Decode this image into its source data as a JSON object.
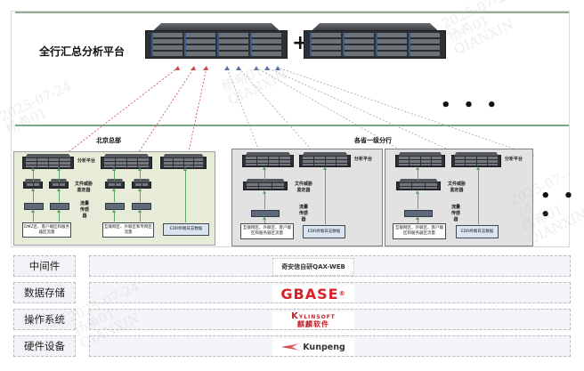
{
  "top": {
    "title": "全行汇总分析平台",
    "plus": "+",
    "ellipsis": "• • •"
  },
  "branches": {
    "hq": {
      "title": "北京总部",
      "analysis_label": "分析平台",
      "file_threat_label": "文件威胁鉴定器",
      "sensor_label": "流量传感器",
      "sources": [
        "DMZ区、客户端区和服务器区流量",
        "互联网区、外联区和专网区流量",
        "EDR终端日志数据"
      ]
    },
    "province": {
      "title": "各省一级分行",
      "analysis_label": "分析平台",
      "file_threat_label": "文件威胁鉴定器",
      "sensor_label": "流量传感器",
      "sources": [
        "互联网区、外联区、客户端区和服务器区流量",
        "EDR终端日志数据"
      ]
    },
    "ellipsis": "• • •"
  },
  "stack": {
    "rows": [
      {
        "category": "中间件",
        "product": "奇安信自研QAX-WEB"
      },
      {
        "category": "数据存储",
        "product": "GBASE",
        "mark": "®"
      },
      {
        "category": "操作系统",
        "product_en": "YLINSOFT",
        "product_en_initial": "K",
        "product_cn": "麒麟软件"
      },
      {
        "category": "硬件设备",
        "product": "Kunpeng"
      }
    ]
  },
  "watermark": {
    "date": "2025-07-24",
    "user": "杨希01",
    "org": "QIANXIN"
  },
  "colors": {
    "red_link": "#d0464a",
    "blue_link": "#5b6fa8",
    "gray_link": "#a0a4a8",
    "green_arrow": "#5fa36b",
    "hq_bg": "#e6ecd8",
    "branch_bg": "#e2e2e2",
    "gbase_red": "#d9212a"
  }
}
